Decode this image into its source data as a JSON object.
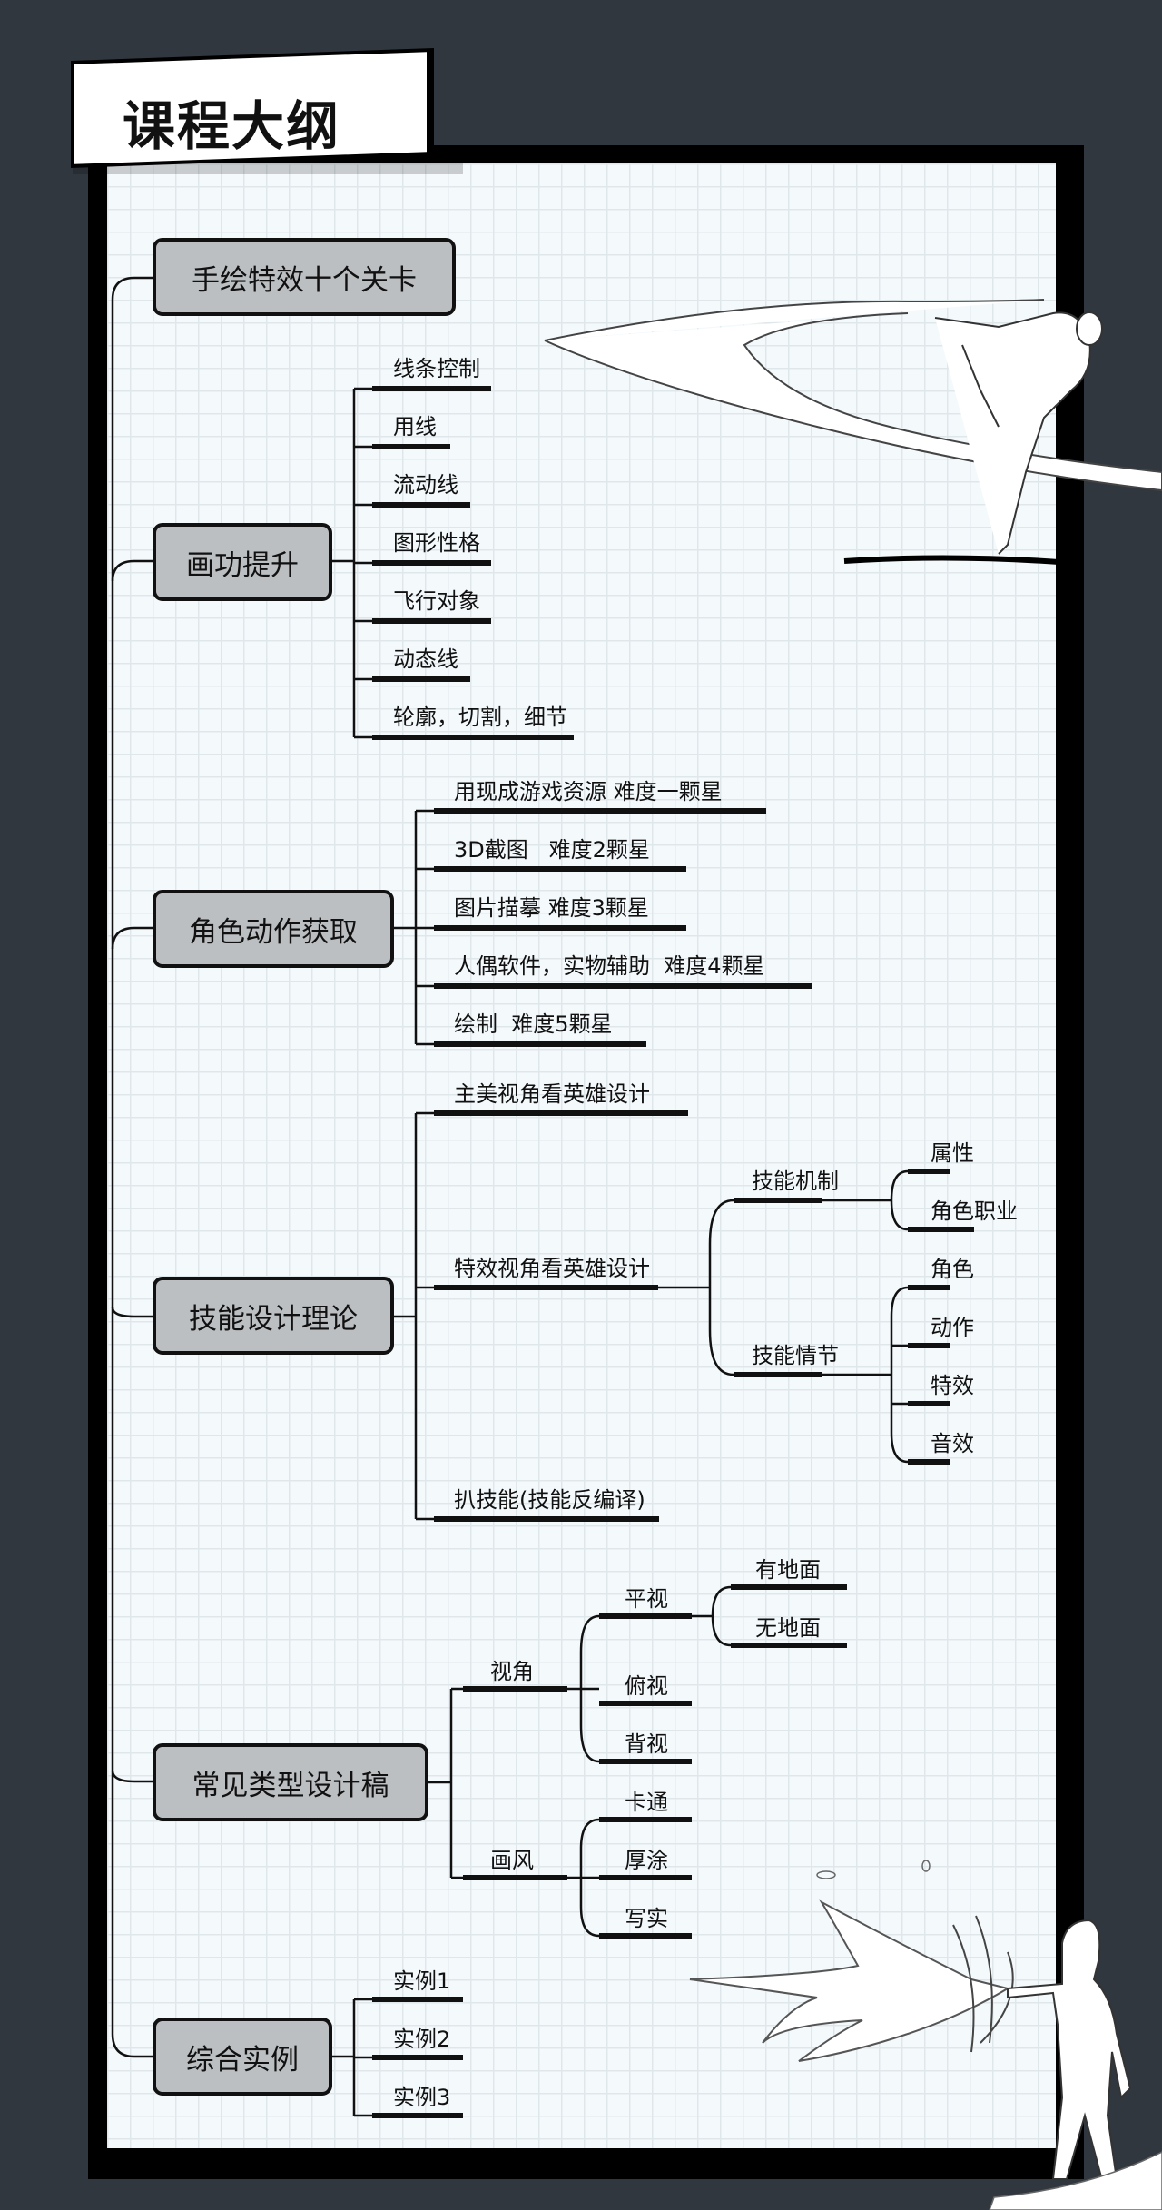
{
  "title": "课程大纲",
  "sections": [
    {
      "label": "手绘特效十个关卡",
      "children": []
    },
    {
      "label": "画功提升",
      "children": [
        "线条控制",
        "用线",
        "流动线",
        "图形性格",
        "飞行对象",
        "动态线",
        "轮廓，切割，细节"
      ]
    },
    {
      "label": "角色动作获取",
      "children": [
        "用现成游戏资源 难度一颗星",
        "3D截图   难度2颗星",
        "图片描摹 难度3颗星",
        "人偶软件，实物辅助  难度4颗星",
        "绘制  难度5颗星"
      ]
    },
    {
      "label": "技能设计理论",
      "children": [
        "主美视角看英雄设计",
        "特效视角看英雄设计",
        "扒技能(技能反编译)"
      ],
      "sub": {
        "parent": "特效视角看英雄设计",
        "groups": [
          {
            "label": "技能机制",
            "items": [
              "属性",
              "角色职业"
            ]
          },
          {
            "label": "技能情节",
            "items": [
              "角色",
              "动作",
              "特效",
              "音效"
            ]
          }
        ]
      }
    },
    {
      "label": "常见类型设计稿",
      "groups": [
        {
          "label": "视角",
          "items": [
            {
              "label": "平视",
              "items": [
                "有地面",
                "无地面"
              ]
            },
            {
              "label": "俯视"
            },
            {
              "label": "背视"
            }
          ]
        },
        {
          "label": "画风",
          "items": [
            {
              "label": "卡通"
            },
            {
              "label": "厚涂"
            },
            {
              "label": "写实"
            }
          ]
        }
      ]
    },
    {
      "label": "综合实例",
      "children": [
        "实例1",
        "实例2",
        "实例3"
      ]
    }
  ],
  "illustrations": [
    "kicking-figure-sketch",
    "energy-blast-figure-sketch"
  ]
}
